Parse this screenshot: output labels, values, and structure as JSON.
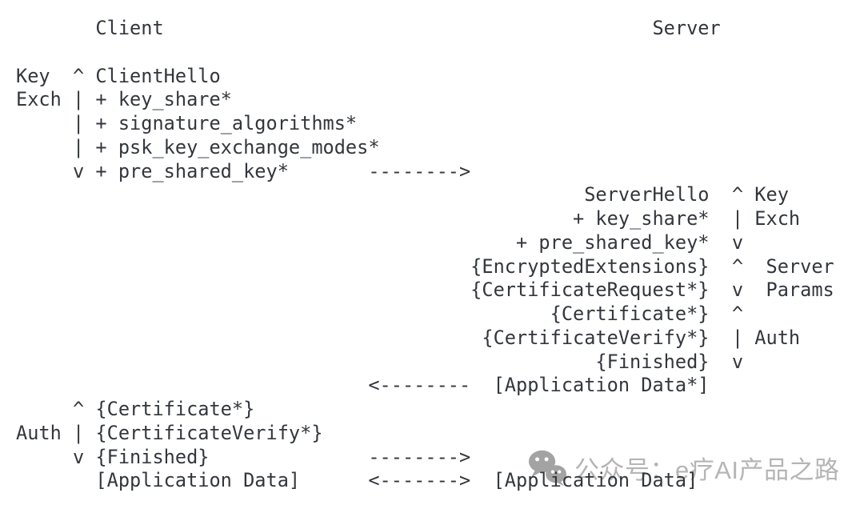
{
  "page": {
    "background_color": "#ffffff",
    "text_color": "#33373d"
  },
  "diagram": {
    "description_labels": {
      "client": "Client",
      "server": "Server",
      "client_key_exch": "Key Exch",
      "server_key_exch": "Key Exch",
      "server_params": "Server Params",
      "server_auth": "Auth",
      "client_auth": "Auth"
    },
    "lines": [
      {
        "name": "headers-line",
        "text": "       Client                                           Server"
      },
      {
        "name": "blank-line",
        "text": ""
      },
      {
        "name": "clienthello-line",
        "text": "Key  ^ ClientHello"
      },
      {
        "name": "client-key-share-line",
        "text": "Exch | + key_share*"
      },
      {
        "name": "signature-algorithms-line",
        "text": "     | + signature_algorithms*"
      },
      {
        "name": "psk-key-exchange-modes-line",
        "text": "     | + psk_key_exchange_modes*"
      },
      {
        "name": "pre-shared-key-arrow-line",
        "text": "     v + pre_shared_key*       -------->"
      },
      {
        "name": "serverhello-line",
        "text": "                                                  ServerHello  ^ Key"
      },
      {
        "name": "server-key-share-line",
        "text": "                                                 + key_share*  | Exch"
      },
      {
        "name": "server-pre-shared-key-line",
        "text": "                                            + pre_shared_key*  v"
      },
      {
        "name": "encrypted-extensions-line",
        "text": "                                        {EncryptedExtensions}  ^  Server"
      },
      {
        "name": "certificate-request-line",
        "text": "                                        {CertificateRequest*}  v  Params"
      },
      {
        "name": "server-certificate-line",
        "text": "                                               {Certificate*}  ^"
      },
      {
        "name": "server-certificate-verify-line",
        "text": "                                         {CertificateVerify*}  | Auth"
      },
      {
        "name": "server-finished-line",
        "text": "                                                   {Finished}  v"
      },
      {
        "name": "server-application-data-line",
        "text": "                               <--------  [Application Data*]"
      },
      {
        "name": "client-certificate-line",
        "text": "     ^ {Certificate*}"
      },
      {
        "name": "client-certificate-verify-line",
        "text": "Auth | {CertificateVerify*}"
      },
      {
        "name": "client-finished-arrow-line",
        "text": "     v {Finished}              -------->"
      },
      {
        "name": "application-data-line",
        "text": "       [Application Data]      <------->  [Application Data]"
      }
    ]
  },
  "watermark": {
    "icon": "wechat-icon",
    "text": "公众号：e疗AI产品之路",
    "text_color": "#b5b5b5",
    "icon_color": "#a3a3a3"
  }
}
